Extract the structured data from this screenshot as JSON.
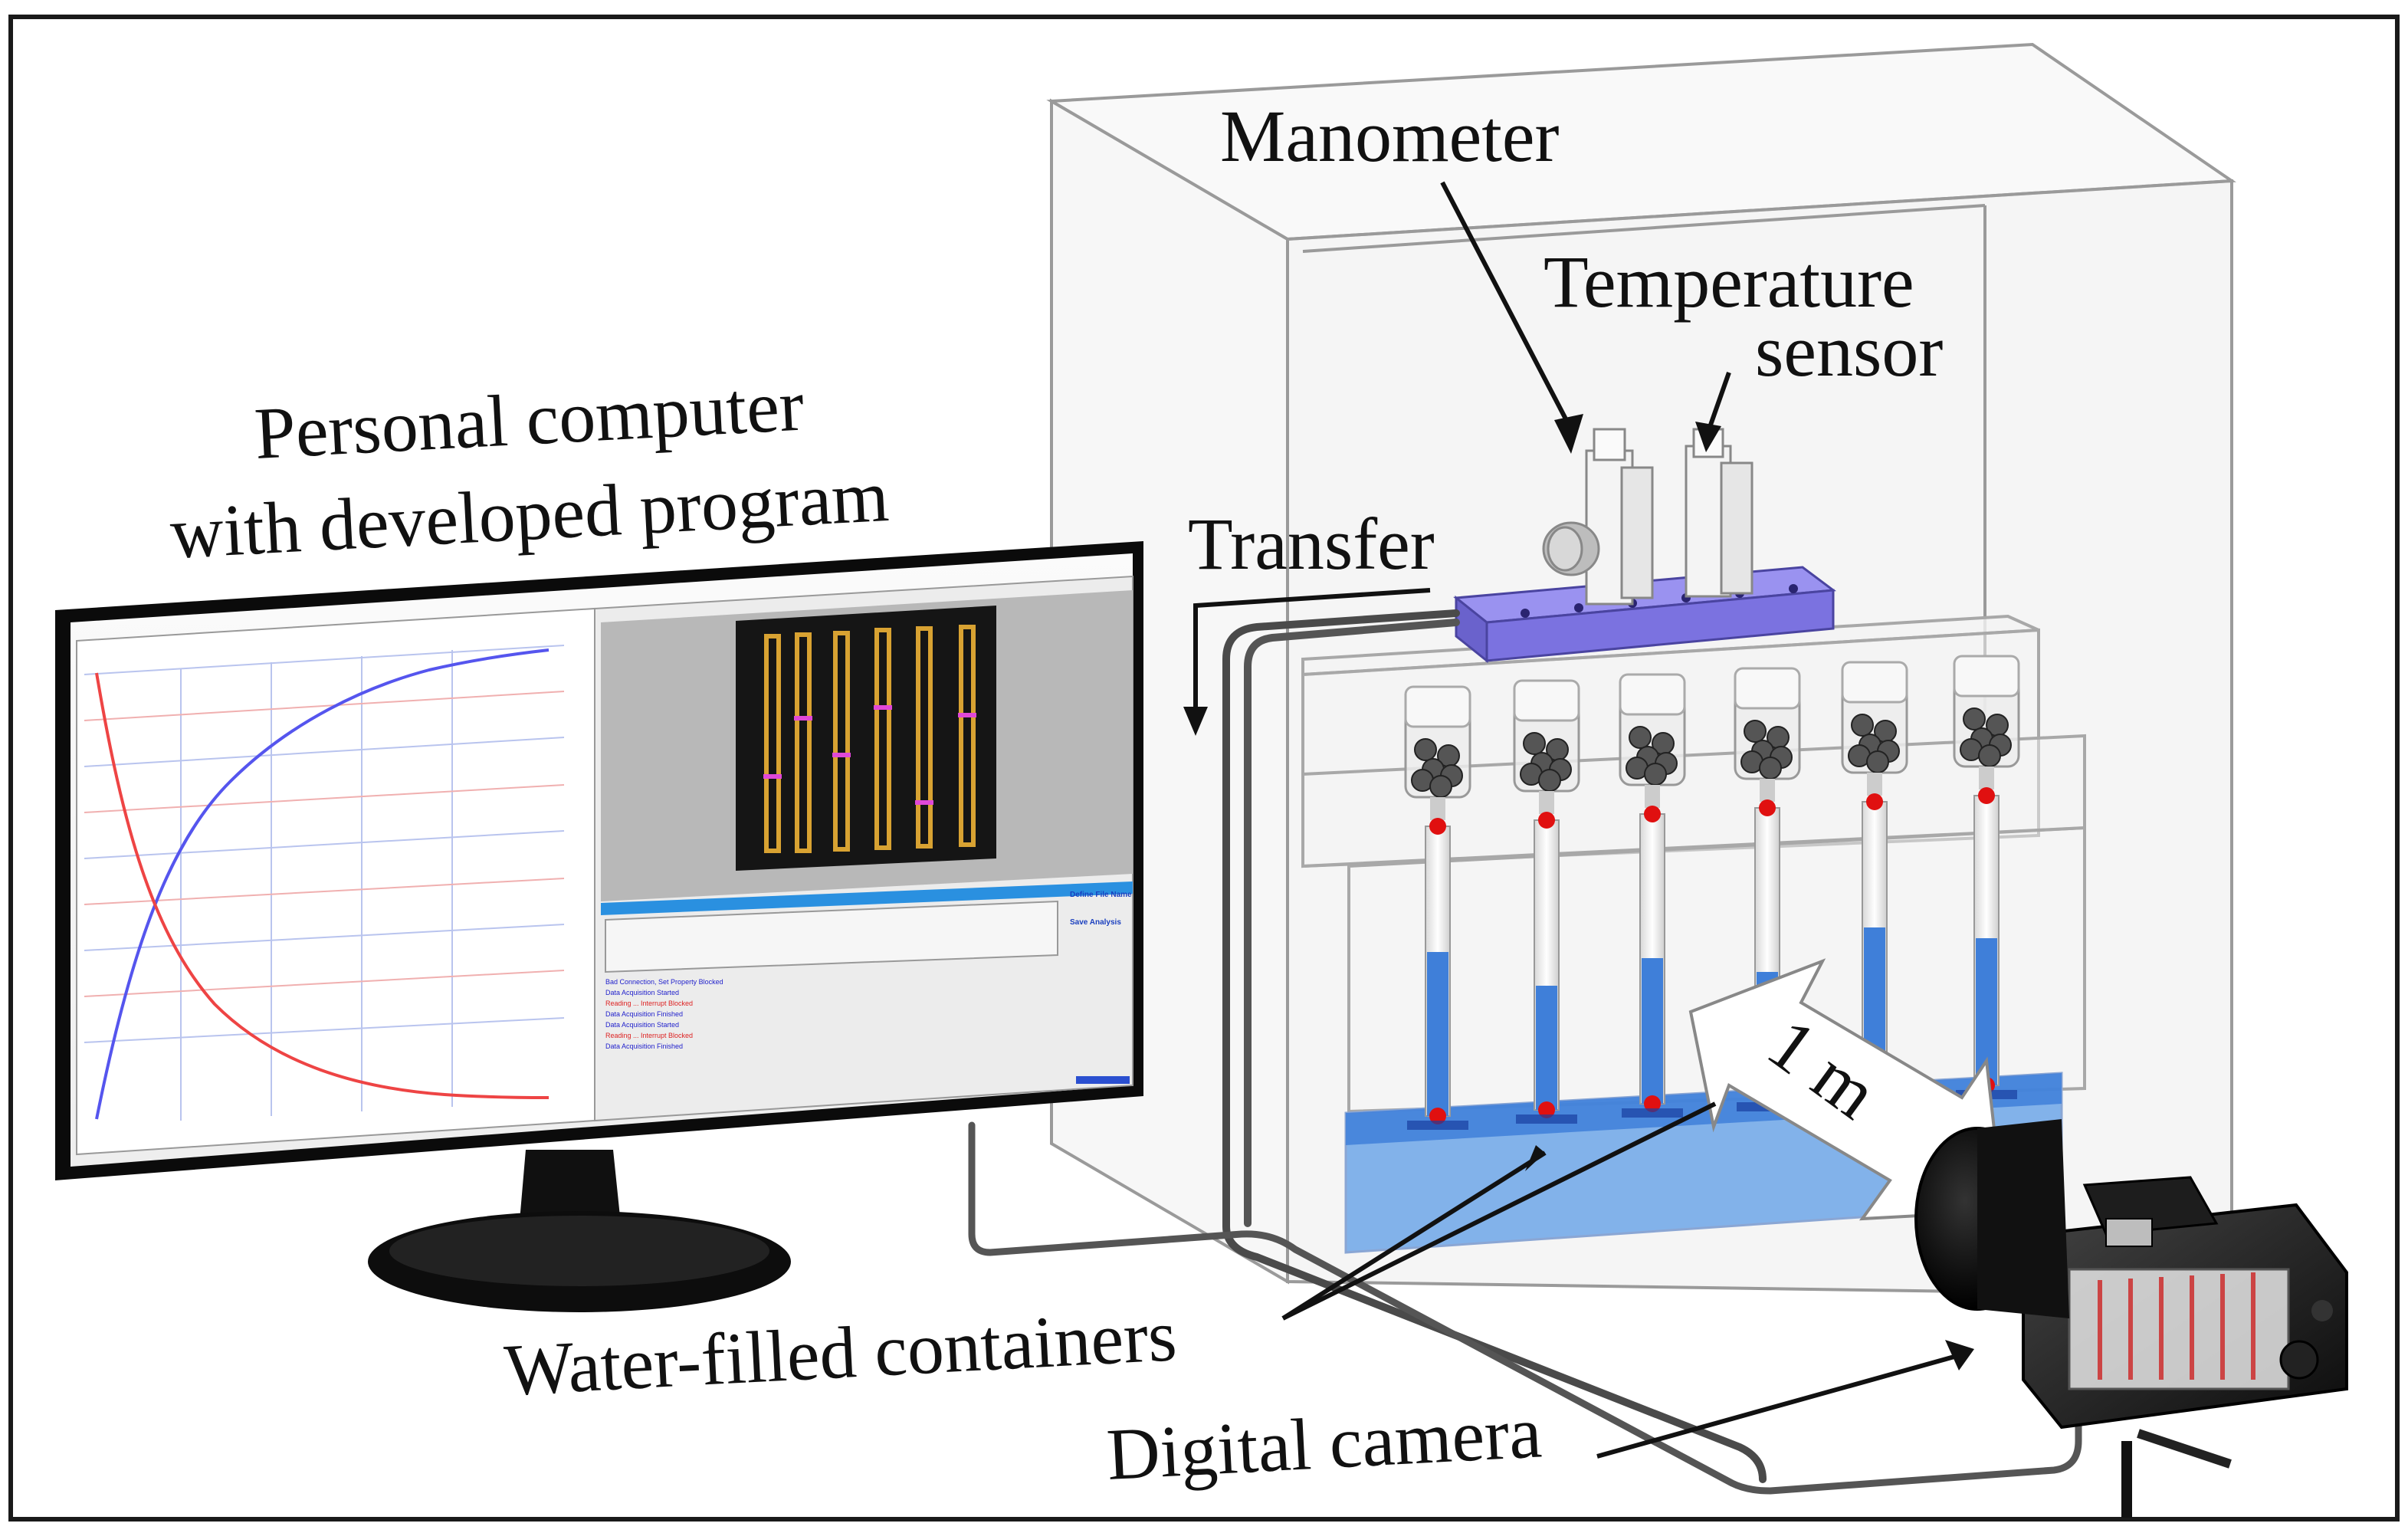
{
  "labels": {
    "manometer": "Manometer",
    "temperature_sensor_line1": "Temperature",
    "temperature_sensor_line2": "sensor",
    "personal_computer_line1": "Personal computer",
    "personal_computer_line2": "with developed program",
    "transfer": "Transfer",
    "distance": "1 m",
    "water_containers": "Water-filled containers",
    "digital_camera": "Digital camera"
  },
  "screen_program": {
    "status_lines": [
      "Bad Connection, Set Property Blocked",
      "Data Acquisition Started",
      "Reading ... Interrupt Blocked",
      "Data Acquisition Finished",
      "Data Acquisition Started",
      "Reading ... Interrupt Blocked",
      "Data Acquisition Finished"
    ],
    "side_links": [
      "Define File Name",
      "Save Analysis"
    ]
  },
  "colors": {
    "frame": "#1a1a1a",
    "enclosure_edge": "#9a9a9a",
    "water": "#3f7fd9",
    "water_light": "#5b9be6",
    "valve": "#e01010",
    "manifold": "#7b72e0",
    "curve_rise": "#5555ee",
    "curve_decay": "#ee4444"
  }
}
